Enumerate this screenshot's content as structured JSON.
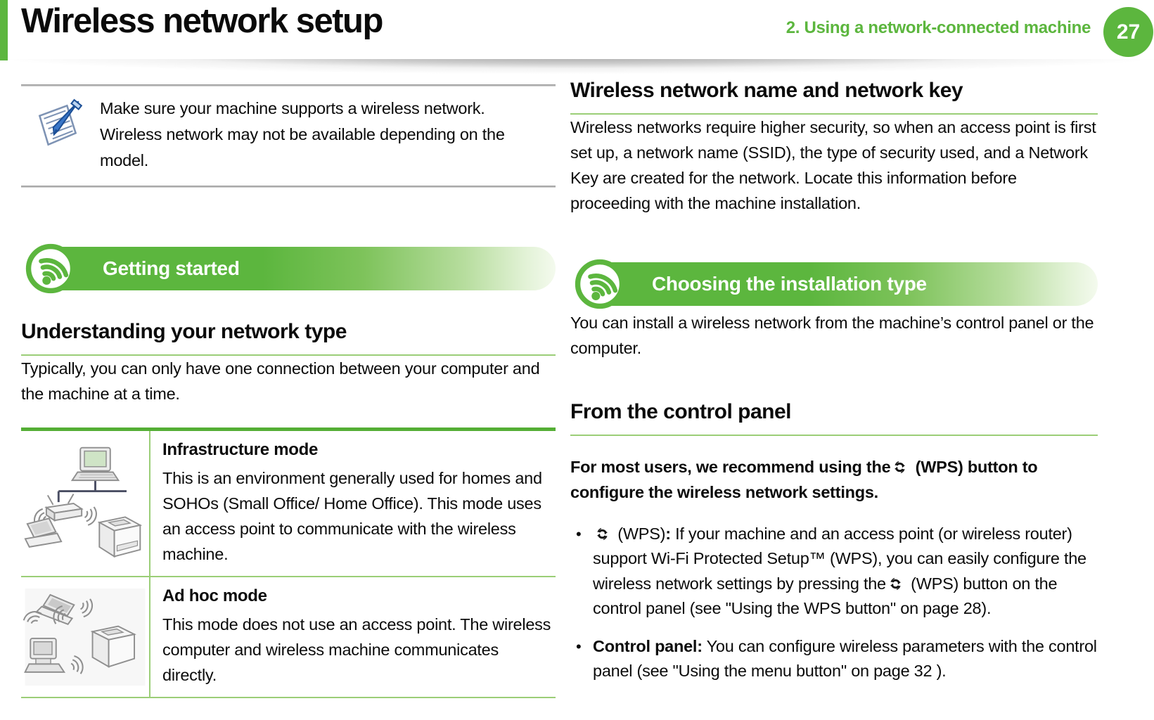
{
  "page": {
    "title": "Wireless network setup",
    "chapter": "2. Using a network-connected machine",
    "page_number": "27"
  },
  "colors": {
    "accent_green": "#5cb63e",
    "thin_line_green": "#9bce77",
    "badge_text": "#ffffff"
  },
  "note": {
    "text": "Make sure your machine supports a wireless network. Wireless network may not be available depending on the model."
  },
  "left": {
    "banner_label": "Getting started",
    "section_heading": "Understanding your network type",
    "intro": "Typically, you can only have one connection between your computer and the machine at a time.",
    "modes": [
      {
        "title": "Infrastructure mode",
        "description": "This is an environment generally used for homes and SOHOs (Small Office/ Home Office). This mode uses an access point to communicate with the wireless machine.",
        "illustration": "infrastructure-network-illustration"
      },
      {
        "title": "Ad hoc mode",
        "description": "This mode does not use an access point. The wireless computer and wireless machine communicates directly.",
        "illustration": "ad-hoc-network-illustration"
      }
    ]
  },
  "right": {
    "network_key_heading": "Wireless network name and network key",
    "network_key_para": "Wireless networks require higher security, so when an access point is first set up, a network name (SSID), the type of security used, and a Network Key are created for the network. Locate this information before proceeding with the machine installation.",
    "banner_label": "Choosing the installation type",
    "install_para": "You can install a wireless network from the machine’s control panel or the computer.",
    "control_panel_heading": "From the control panel",
    "recommend": {
      "part1": "For most users, we recommend using the",
      "part2": " (WPS) button to configure the wireless network settings."
    },
    "bullets": {
      "b1": {
        "label": " (WPS)",
        "colon": ":",
        "part1": " If your machine and an access point (or wireless router) support Wi-Fi Protected Setup™ (WPS), you can easily configure the wireless network settings by pressing the",
        "part2": " (WPS) button on the control panel (see \"Using the WPS button\" on page 28)."
      },
      "b2": {
        "label": "Control panel:",
        "text": " You can configure wireless parameters with the control panel (see \"Using the menu button\" on page 32 )."
      }
    }
  }
}
